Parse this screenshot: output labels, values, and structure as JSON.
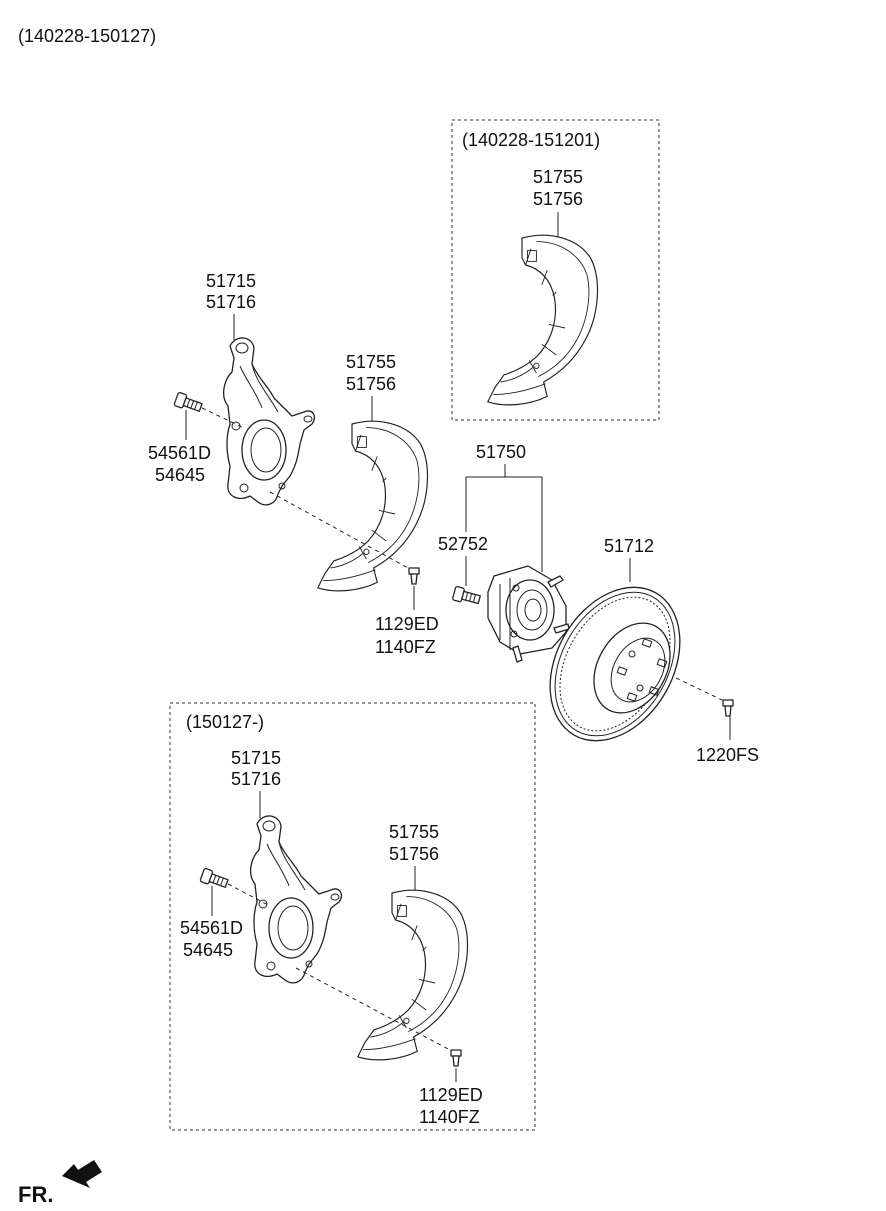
{
  "header": {
    "range": "(140228-150127)"
  },
  "top_box": {
    "range": "(140228-151201)",
    "shield_part_1": "51755",
    "shield_part_2": "51756"
  },
  "knuckle": {
    "part_1": "51715",
    "part_2": "51716"
  },
  "knuckle_bolt": {
    "part_1": "54561D",
    "part_2": "54645"
  },
  "shield": {
    "part_1": "51755",
    "part_2": "51756"
  },
  "shield_screw": {
    "part_1": "1129ED",
    "part_2": "1140FZ"
  },
  "hub_assembly": {
    "part": "51750"
  },
  "hub_bolt": {
    "part": "52752"
  },
  "disc": {
    "part": "51712"
  },
  "disc_screw": {
    "part": "1220FS"
  },
  "bottom_box": {
    "range": "(150127-)",
    "knuckle_part_1": "51715",
    "knuckle_part_2": "51716",
    "bolt_part_1": "54561D",
    "bolt_part_2": "54645",
    "shield_part_1": "51755",
    "shield_part_2": "51756",
    "screw_part_1": "1129ED",
    "screw_part_2": "1140FZ"
  },
  "footer": {
    "direction_label": "FR."
  }
}
